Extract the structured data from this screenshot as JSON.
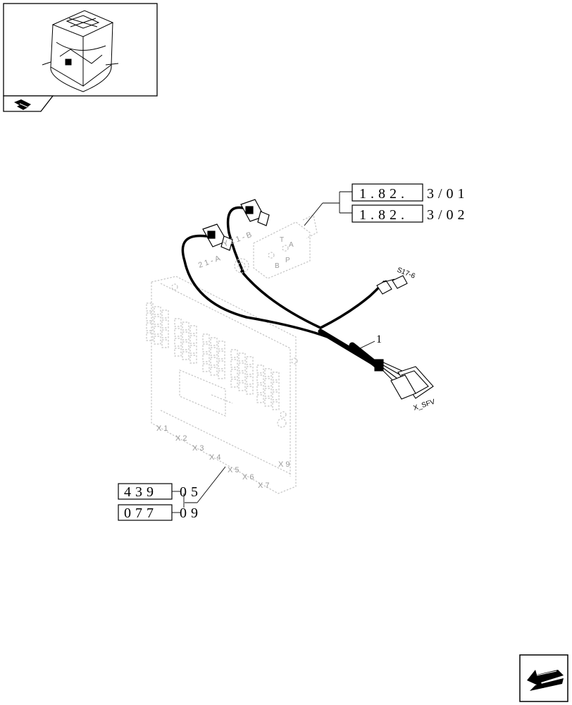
{
  "references": [
    {
      "code": "1.82.",
      "suffix": "3/01"
    },
    {
      "code": "1.82.",
      "suffix": "3/02"
    }
  ],
  "part_refs": [
    {
      "code": "439",
      "suffix": "05"
    },
    {
      "code": "077",
      "suffix": "09"
    }
  ],
  "callout_item": "1",
  "labels": {
    "sensor": "S17-6",
    "connector": "X_SFV",
    "valve_port_a": "21-A",
    "valve_port_b": "Y21-B"
  },
  "board_connectors": [
    "X1",
    "X2",
    "X3",
    "X4",
    "X5",
    "X6",
    "X7",
    "X9"
  ],
  "icons": {
    "thumbnail": "machine-cab-thumbnail",
    "section_tab": "pencil-tab-icon",
    "nav": "previous-page-arrow-icon"
  }
}
